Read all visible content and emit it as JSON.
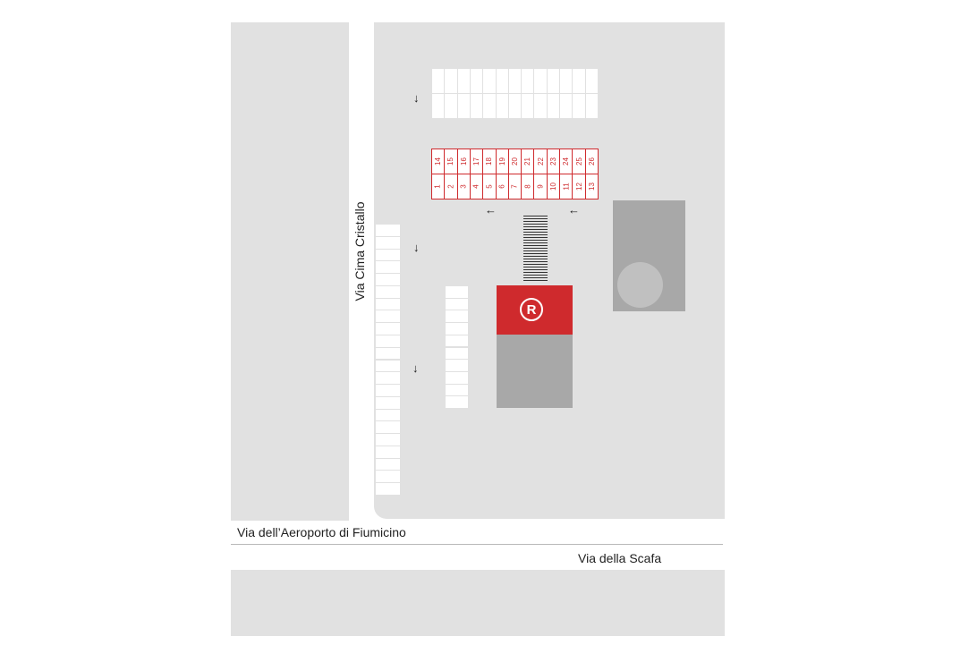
{
  "map": {
    "roads": {
      "vertical": "Via Cima Cristallo",
      "horizontal_top": "Via dell’Aeroporto di Fiumicino",
      "horizontal_bottom": "Via della Scafa"
    },
    "parking": {
      "numbered_top_row": [
        "14",
        "15",
        "16",
        "17",
        "18",
        "19",
        "20",
        "21",
        "22",
        "23",
        "24",
        "25",
        "26"
      ],
      "numbered_bottom_row": [
        "1",
        "2",
        "3",
        "4",
        "5",
        "6",
        "7",
        "8",
        "9",
        "10",
        "11",
        "12",
        "13"
      ]
    },
    "arrows": {
      "down": "↓",
      "left": "←"
    },
    "logo": {
      "letter": "R",
      "label": "registered-trademark-logo"
    },
    "colors": {
      "block_gray": "#e1e1e1",
      "building_gray": "#a8a8a8",
      "circle_gray": "#c0c0c0",
      "brand_red": "#cf2a2d",
      "divider": "#b9b9b9"
    }
  }
}
